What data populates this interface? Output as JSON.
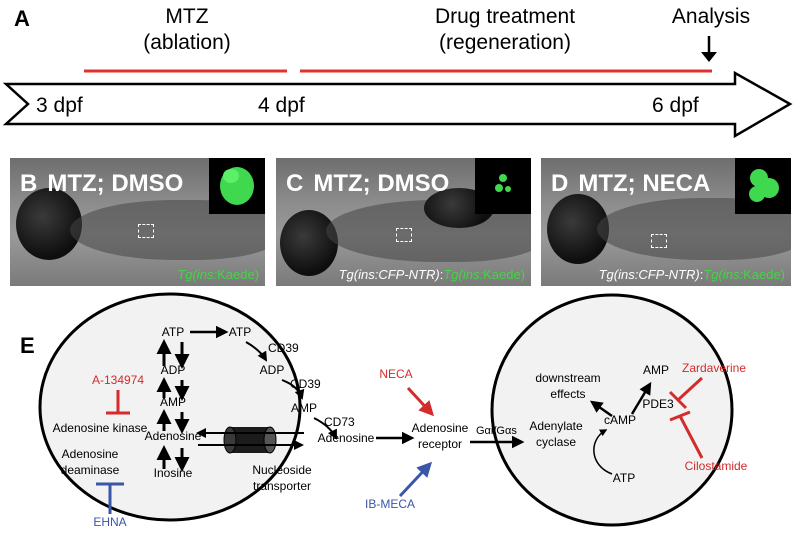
{
  "panel_a": {
    "letter": "A",
    "mtz_label": [
      "MTZ",
      "(ablation)"
    ],
    "drug_label": [
      "Drug treatment",
      "(regeneration)"
    ],
    "analysis_label": "Analysis",
    "ticks": [
      "3 dpf",
      "4 dpf",
      "6 dpf"
    ]
  },
  "panels": [
    {
      "letter": "B",
      "title": "MTZ; DMSO",
      "caption_parts": [
        {
          "text": "Tg(ins:",
          "color": "green",
          "italic": true
        },
        {
          "text": "Kaede)",
          "color": "green",
          "italic": false
        }
      ]
    },
    {
      "letter": "C",
      "title": "MTZ; DMSO",
      "caption_parts": [
        {
          "text": "Tg(ins:CFP-NTR)",
          "color": "white",
          "italic": true
        },
        {
          "text": ":",
          "color": "white",
          "italic": false
        },
        {
          "text": "Tg(ins:",
          "color": "green",
          "italic": true
        },
        {
          "text": "Kaede)",
          "color": "green",
          "italic": false
        }
      ]
    },
    {
      "letter": "D",
      "title": "MTZ; NECA",
      "caption_parts": [
        {
          "text": "Tg(ins:CFP-NTR)",
          "color": "white",
          "italic": true
        },
        {
          "text": ":",
          "color": "white",
          "italic": false
        },
        {
          "text": "Tg(ins:",
          "color": "green",
          "italic": true
        },
        {
          "text": "Kaede)",
          "color": "green",
          "italic": false
        }
      ]
    }
  ],
  "panel_e": {
    "letter": "E",
    "cell1": {
      "atp": "ATP",
      "adp": "ADP",
      "amp": "AMP",
      "adenosine": "Adenosine",
      "inosine": "Inosine",
      "adenosine_kinase": "Adenosine kinase",
      "adenosine_deaminase": [
        "Adenosine",
        "deaminase"
      ],
      "inhibitor_kinase": "A-134974",
      "inhibitor_deaminase": "EHNA"
    },
    "transporter": [
      "Nucleoside",
      "transporter"
    ],
    "extracellular": {
      "atp": "ATP",
      "cd39_1": "CD39",
      "adp": "ADP",
      "cd39_2": "CD39",
      "amp": "AMP",
      "cd73": "CD73",
      "adenosine": "Adenosine"
    },
    "receptor": [
      "Adenosine",
      "receptor"
    ],
    "agonist_red": "NECA",
    "agonist_blue": "IB-MECA",
    "g_protein": "Gαi/Gαs",
    "cell2": {
      "adenylate_cyclase": [
        "Adenylate",
        "cyclase"
      ],
      "camp": "cAMP",
      "atp": "ATP",
      "amp": "AMP",
      "pde3": "PDE3",
      "downstream": [
        "downstream",
        "effects"
      ],
      "inhibitor_1": "Zardaverine",
      "inhibitor_2": "Cilostamide"
    }
  },
  "colors": {
    "red_line": "#e03030",
    "red_text": "#d42b2b",
    "blue_text": "#3a56a8",
    "green_text": "#44d444"
  }
}
